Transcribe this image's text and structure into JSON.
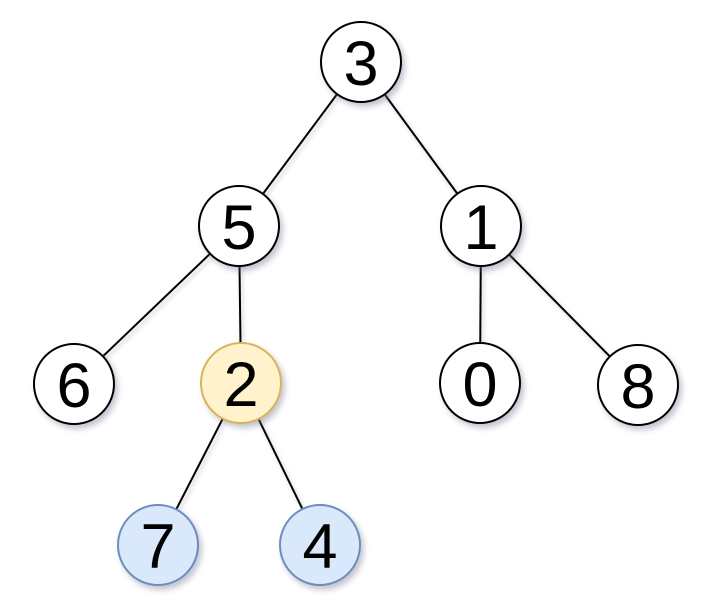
{
  "diagram": {
    "type": "binary-tree",
    "background": "#ffffff",
    "palette": {
      "node_default_fill": "#ffffff",
      "node_default_stroke": "#000000",
      "node_yellow_fill": "#fff2cc",
      "node_yellow_stroke": "#d6b656",
      "node_blue_fill": "#dae8fc",
      "node_blue_stroke": "#6c8ebf",
      "edge_stroke": "#000000",
      "text_color": "#000000"
    },
    "nodes": [
      {
        "value": "3",
        "style": "default"
      },
      {
        "value": "5",
        "style": "default"
      },
      {
        "value": "1",
        "style": "default"
      },
      {
        "value": "6",
        "style": "default"
      },
      {
        "value": "2",
        "style": "yellow"
      },
      {
        "value": "0",
        "style": "default"
      },
      {
        "value": "8",
        "style": "default"
      },
      {
        "value": "7",
        "style": "blue"
      },
      {
        "value": "4",
        "style": "blue"
      }
    ],
    "edges": [
      {
        "from": "3",
        "to": "5"
      },
      {
        "from": "3",
        "to": "1"
      },
      {
        "from": "5",
        "to": "6"
      },
      {
        "from": "5",
        "to": "2"
      },
      {
        "from": "1",
        "to": "0"
      },
      {
        "from": "1",
        "to": "8"
      },
      {
        "from": "2",
        "to": "7"
      },
      {
        "from": "2",
        "to": "4"
      }
    ]
  }
}
